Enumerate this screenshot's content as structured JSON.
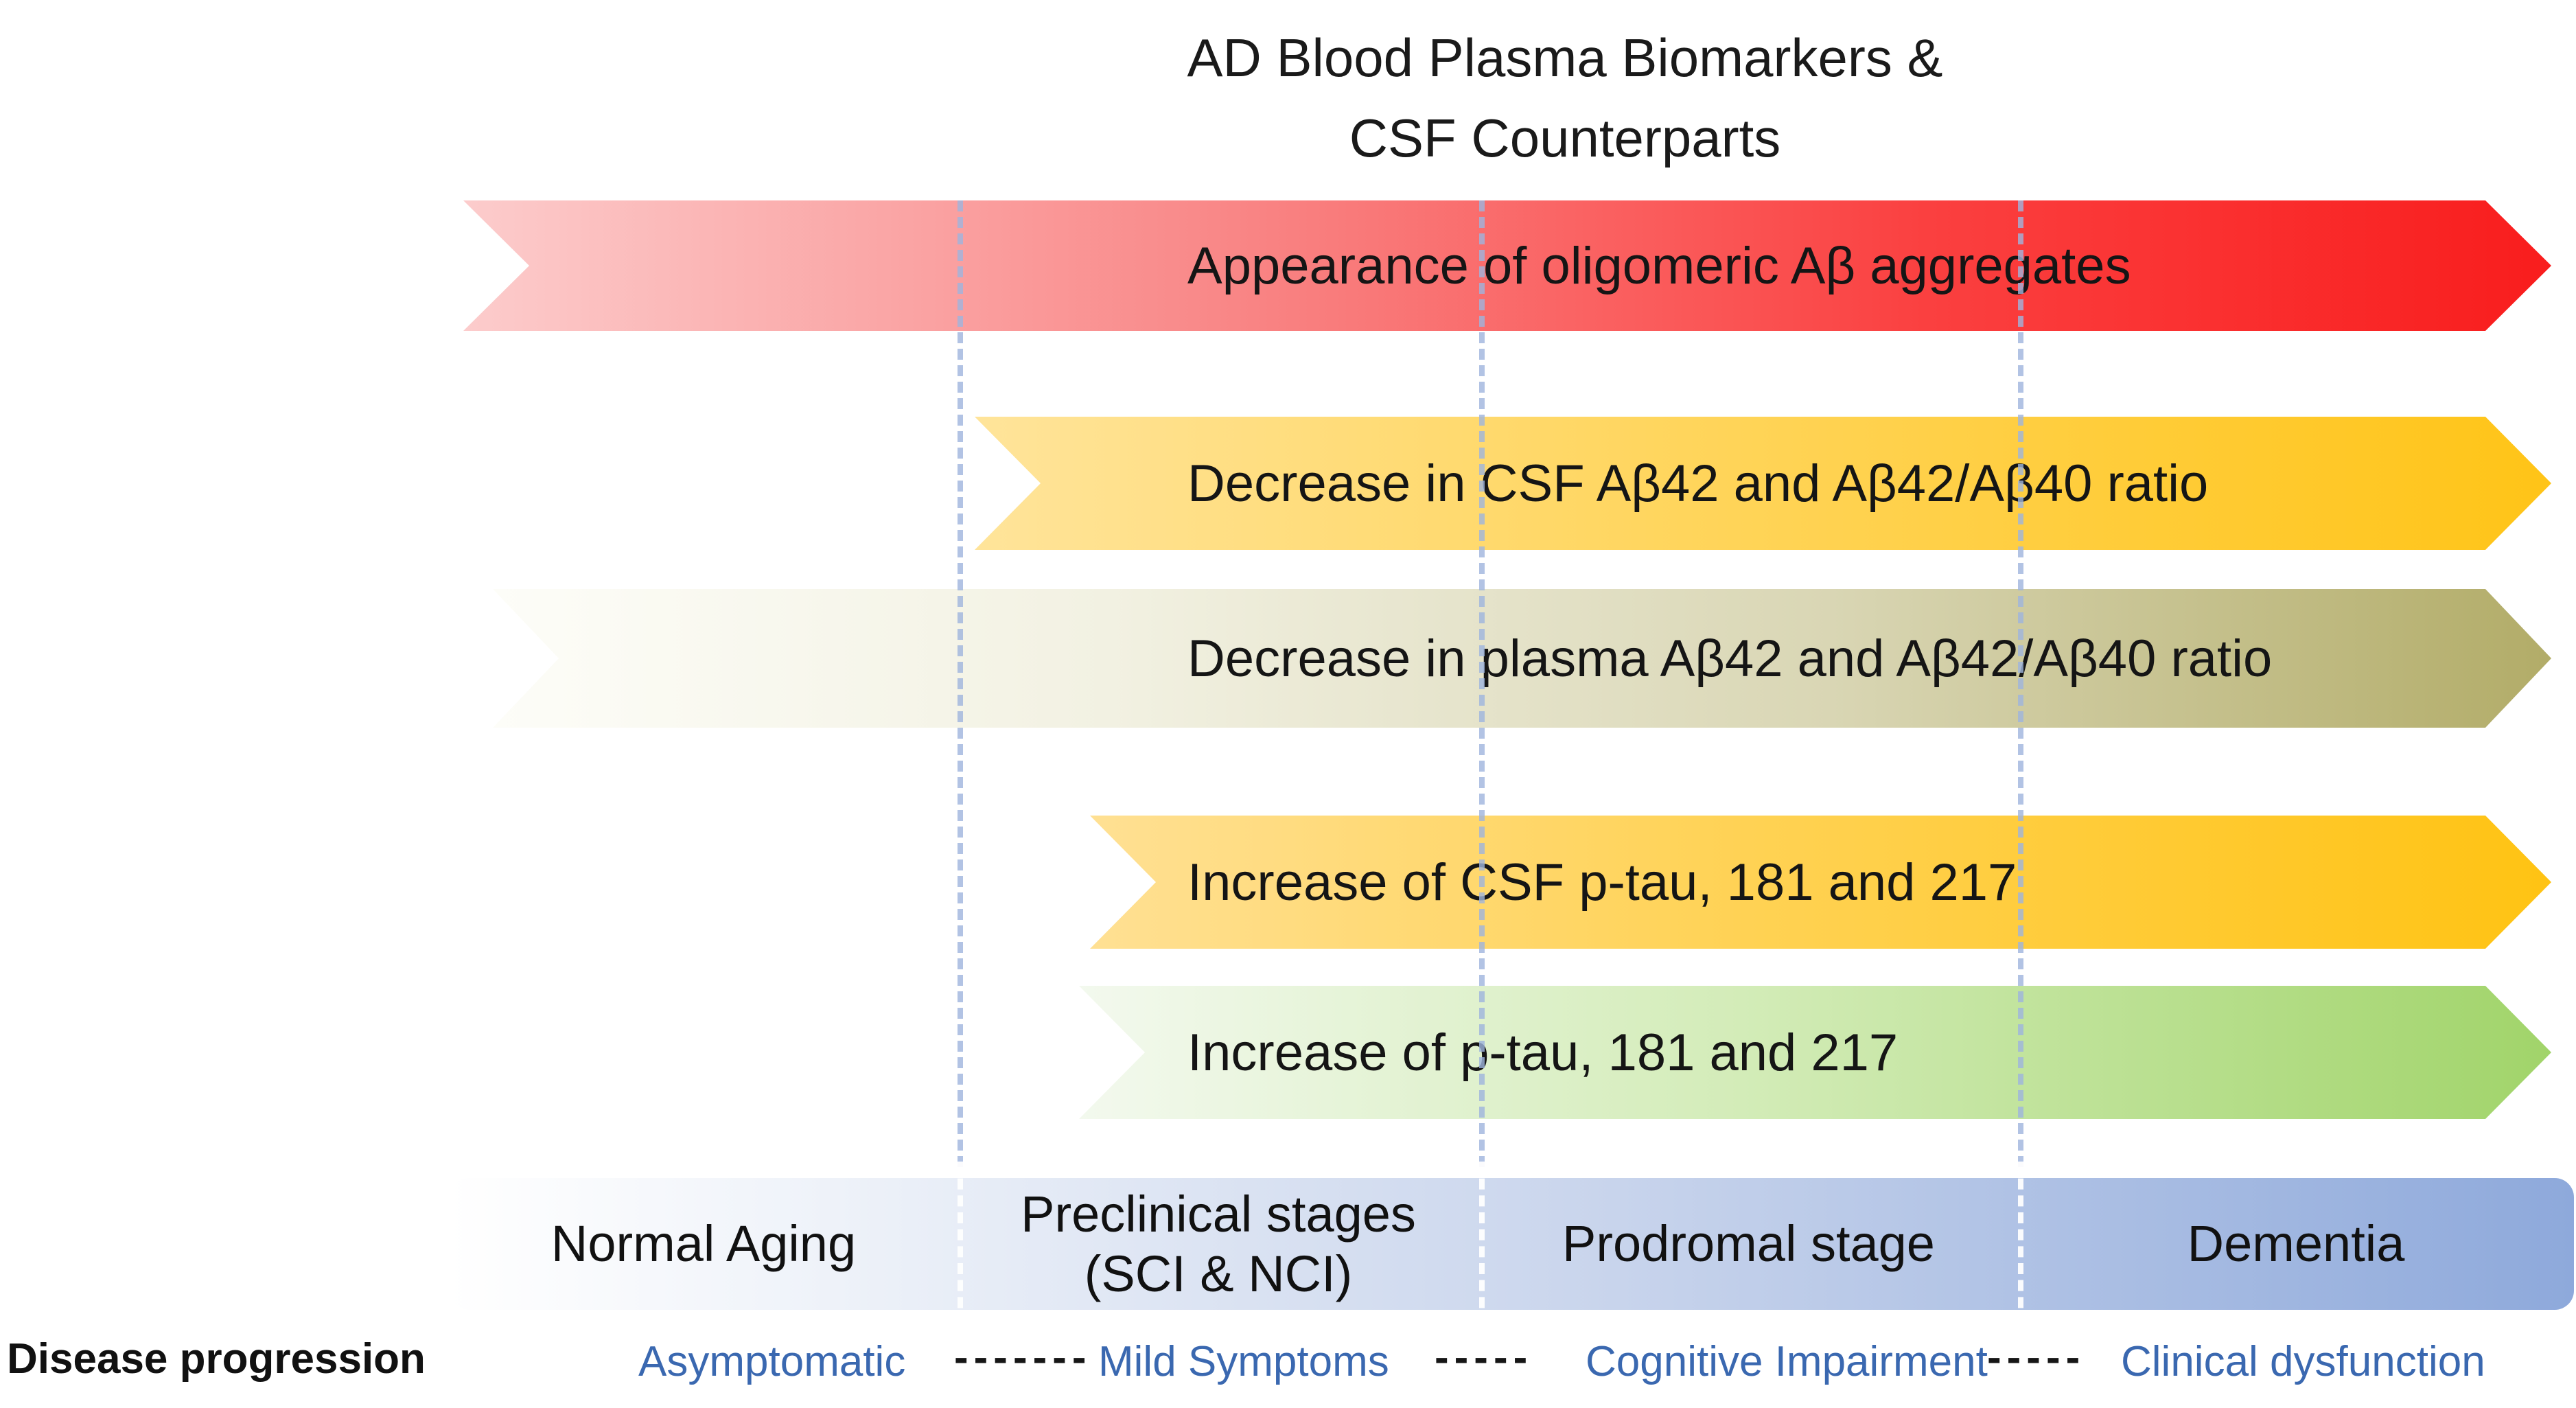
{
  "title": {
    "line1": "AD Blood Plasma Biomarkers &",
    "line2": "CSF Counterparts"
  },
  "arrows": [
    {
      "id": "oligomeric-ab-aggregates",
      "label": "Appearance of oligomeric Aβ aggregates",
      "color_start": "#fccccc",
      "color_end": "#f91d1d"
    },
    {
      "id": "csf-ab42-decrease",
      "label": "Decrease in CSF Aβ42 and Aβ42/Aβ40 ratio",
      "color_start": "#ffe49a",
      "color_end": "#ffc417"
    },
    {
      "id": "plasma-ab42-decrease",
      "label": "Decrease in plasma Aβ42 and Aβ42/Aβ40 ratio",
      "color_start": "#fdfdf8",
      "color_end": "#b2ac68"
    },
    {
      "id": "csf-ptau-increase",
      "label": "Increase of CSF p-tau, 181 and 217",
      "color_start": "#ffe093",
      "color_end": "#ffc313"
    },
    {
      "id": "ptau-increase",
      "label": "Increase of p-tau, 181 and 217",
      "color_start": "#f3f9ee",
      "color_end": "#a1d46a"
    }
  ],
  "stages": [
    {
      "label": "Normal Aging"
    },
    {
      "label_line1": "Preclinical stages",
      "label_line2": "(SCI & NCI)"
    },
    {
      "label": "Prodromal stage"
    },
    {
      "label": "Dementia"
    }
  ],
  "progression": {
    "axis_label": "Disease progression",
    "phases": [
      "Asymptomatic",
      "Mild Symptoms",
      "Cognitive Impairment",
      "Clinical dysfunction"
    ],
    "separators": [
      "-------",
      "-----",
      "-----"
    ]
  },
  "colors": {
    "arrow_red": "#f91d1d",
    "arrow_gold": "#ffc417",
    "arrow_olive": "#b2ac68",
    "arrow_green": "#a1d46a",
    "stage_bar_blue": "#8ea9db",
    "guide_dash_blue": "#9fb5de",
    "phase_text_blue": "#3a68b0",
    "text_black": "#111111"
  }
}
